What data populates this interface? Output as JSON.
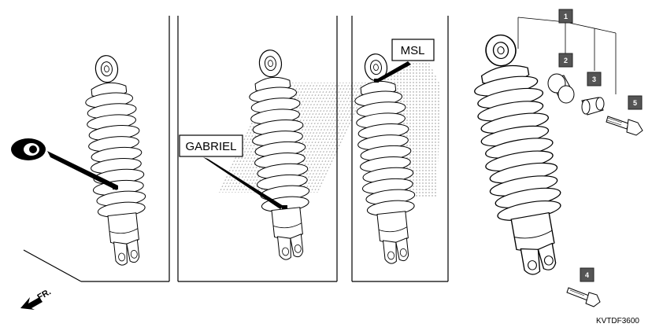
{
  "callouts": {
    "gabriel": "GABRIEL",
    "msl": "MSL",
    "fr_arrow": "FR."
  },
  "parts": [
    "1",
    "2",
    "3",
    "4",
    "5"
  ],
  "drawing_code": "KVTDF3600",
  "icons": {
    "manufacturer_mark": "eye-logo-icon",
    "front_direction": "front-arrow-icon"
  },
  "colors": {
    "line": "#000000",
    "part_tag_fill": "#555555",
    "dot_pattern": "#8a8a8a"
  }
}
